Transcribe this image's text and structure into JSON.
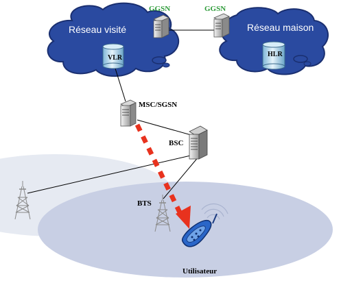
{
  "networks": {
    "visited": "Réseau visité",
    "home": "Réseau maison"
  },
  "databases": {
    "vlr": "VLR",
    "hlr": "HLR"
  },
  "nodes": {
    "ggsn_visited": "GGSN",
    "ggsn_home": "GGSN",
    "msc_sgsn": "MSC/SGSN",
    "bsc": "BSC",
    "bts": "BTS",
    "user": "Utilisateur"
  },
  "colors": {
    "cloud_fill": "#2a4aa0",
    "cloud_stroke": "#1a2f70",
    "coverage_cell": "#dfe4ef",
    "coverage_user": "#c5cde4",
    "arrow": "#e8321e",
    "ggsn_text": "#2e9b3a",
    "phone": "#2a66c8"
  },
  "icons": {
    "server": "server-icon",
    "tower": "antenna-tower-icon",
    "phone": "mobile-phone-icon",
    "database": "database-cylinder-icon"
  }
}
